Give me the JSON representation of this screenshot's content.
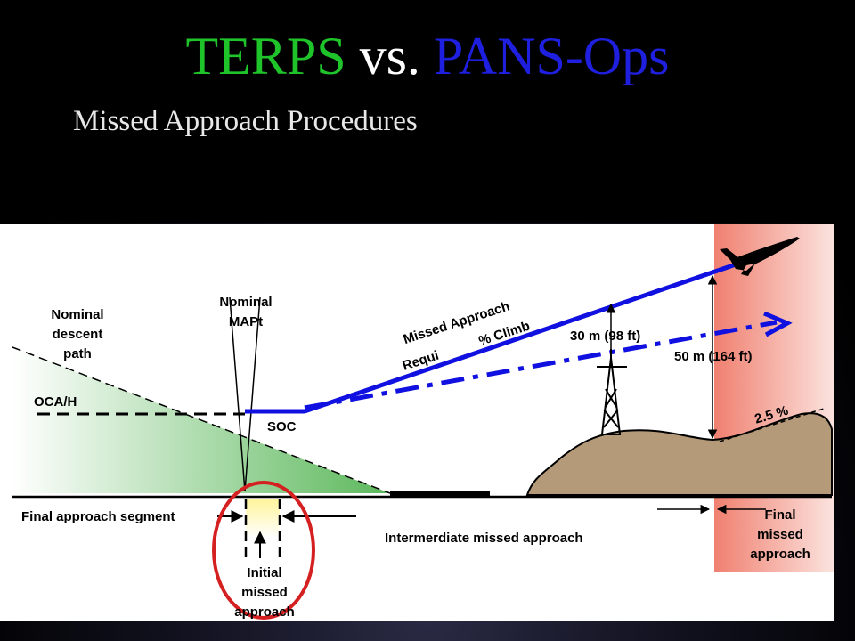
{
  "slide": {
    "title_part1": "TERPS",
    "title_part2": "vs.",
    "title_part3": "PANS-Ops",
    "subtitle": "Missed Approach Procedures",
    "colors": {
      "terps": "#1fc42b",
      "vs": "#ffffff",
      "pansops": "#1f1fe0"
    }
  },
  "diagram": {
    "labels": {
      "nominal_descent_line1": "Nominal",
      "nominal_descent_line2": "descent",
      "nominal_descent_line3": "path",
      "nominal_mapt_line1": "Nominal",
      "nominal_mapt_line2": "MAPt",
      "oca": "OCA/H",
      "soc": "SOC",
      "missed_climb_line1": "Missed Approach",
      "missed_climb_line2a": "Requi",
      "missed_climb_line2b": "% Climb",
      "clearance_30": "30 m (98 ft)",
      "clearance_50": "50 m (164 ft)",
      "gradient": "2.5 %",
      "final_segment": "Final approach segment",
      "initial_line1": "Initial",
      "initial_line2": "missed",
      "initial_line3": "approach",
      "intermediate": "Intermerdiate missed approach",
      "final_missed_line1": "Final",
      "final_missed_line2": "missed",
      "final_missed_line3": "approach"
    },
    "icons": [
      "airplane-icon",
      "tower-icon"
    ],
    "colors": {
      "path": "#1010e0",
      "terrain": "#b49a78",
      "descent_fill": "#5cb85c",
      "final_zone": "#f08070",
      "highlight_circle": "#d42020",
      "initial_zone": "#fff6a8"
    }
  }
}
